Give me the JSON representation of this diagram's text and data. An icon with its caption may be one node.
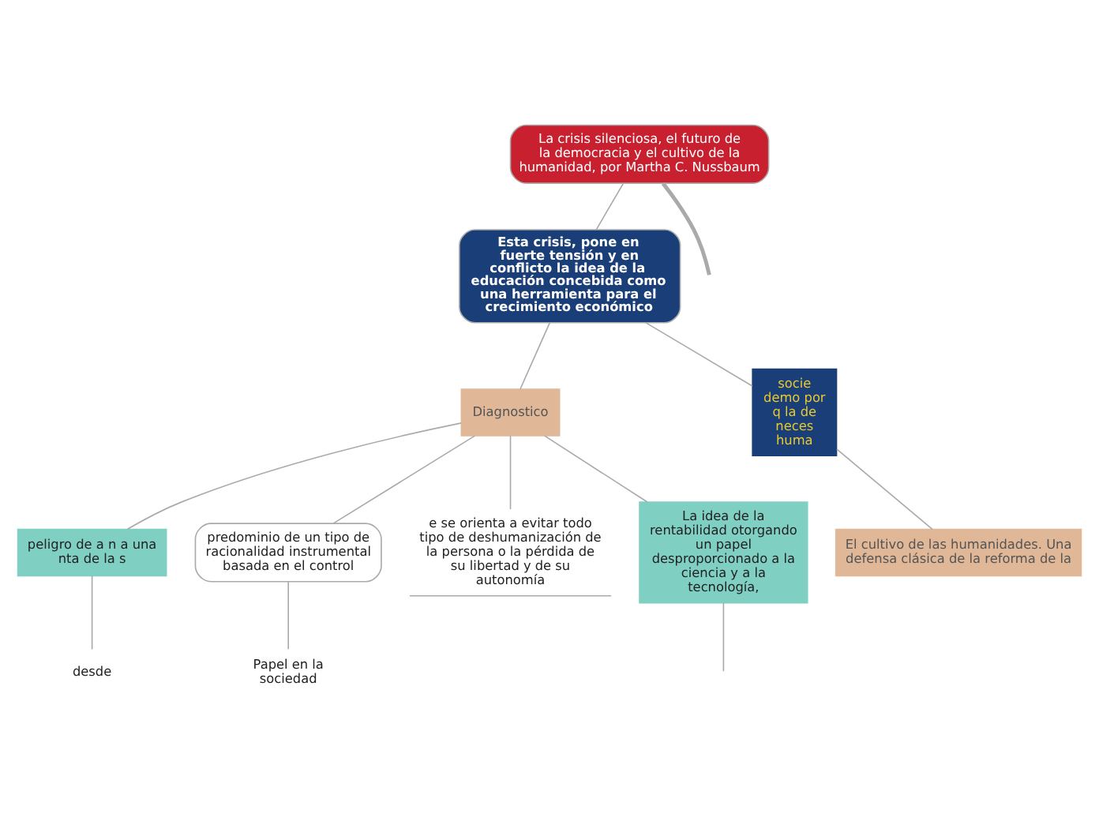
{
  "diagram": {
    "nodes": [
      {
        "text": [
          "La crisis silenciosa, el futuro de la democracia y el cultivo de la humanidad, por Martha C. Nussbaum"
        ]
      },
      {
        "text": [
          "Esta crisis, pone en fuerte tensión y en conflicto la idea de la educación concebida como una herramienta para el crecimiento económico"
        ]
      },
      {
        "text": [
          "Diagnostico"
        ]
      },
      {
        "text": [
          "peligro de a n a una nta de la s"
        ]
      },
      {
        "text": [
          "predominio de un tipo de racionalidad instrumental basada en el control"
        ]
      },
      {
        "text": [
          "e se orienta a evitar todo tipo de deshumanización de la persona o la pérdida de su libertad y de su autonomía"
        ]
      },
      {
        "text": [
          "La idea de la rentabilidad otorgando un papel desproporcionado a la ciencia y a la tecnología,"
        ]
      },
      {
        "text": [
          "desde"
        ]
      },
      {
        "text": [
          "Papel en la sociedad"
        ]
      },
      {
        "text": [
          "socie demo por q la de neces huma"
        ]
      },
      {
        "text": [
          "El cultivo de las humanidades. Una defensa clásica de la reforma de la"
        ]
      }
    ],
    "edges": [
      {
        "from": 0,
        "to": null,
        "arrow": "none",
        "style": "thick"
      },
      {
        "from": 0,
        "to": 1,
        "arrow": "none"
      },
      {
        "from": 1,
        "to": 2,
        "arrow": "none"
      },
      {
        "from": 1,
        "to": 9,
        "arrow": "none"
      },
      {
        "from": 2,
        "to": 3,
        "arrow": "none"
      },
      {
        "from": 2,
        "to": 4,
        "arrow": "none"
      },
      {
        "from": 2,
        "to": 5,
        "arrow": "none"
      },
      {
        "from": 2,
        "to": 6,
        "arrow": "none"
      },
      {
        "from": 3,
        "to": 7,
        "arrow": "none"
      },
      {
        "from": 4,
        "to": 8,
        "arrow": "none"
      },
      {
        "from": 6,
        "to": null,
        "arrow": "none"
      },
      {
        "from": 9,
        "to": 10,
        "arrow": "none"
      }
    ]
  }
}
